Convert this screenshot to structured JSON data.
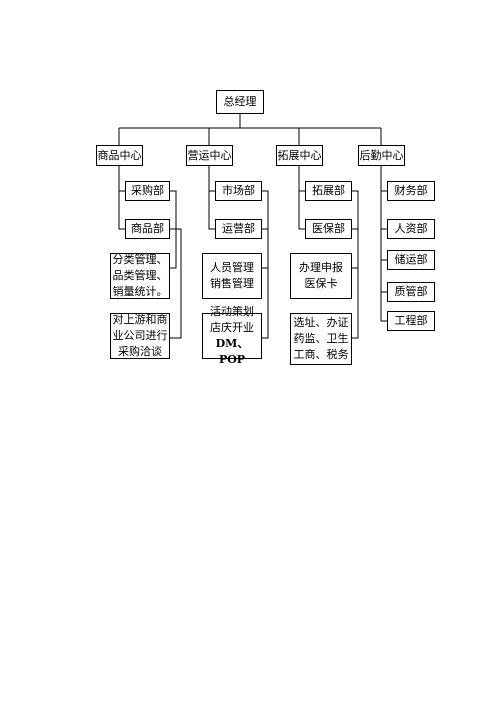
{
  "root": {
    "label": "总经理"
  },
  "centers": [
    {
      "label": "商品中心",
      "units": [
        "采购部",
        "商品部"
      ],
      "notes": [
        [
          "分类管理、",
          "品类管理、",
          "销量统计。"
        ],
        [
          "对上游和商",
          "业公司进行",
          "采购洽谈"
        ]
      ]
    },
    {
      "label": "营运中心",
      "units": [
        "市场部",
        "运营部"
      ],
      "notes": [
        [
          "人员管理",
          "销售管理"
        ],
        [
          "活动策划",
          "店庆开业",
          "DM、POP"
        ]
      ]
    },
    {
      "label": "拓展中心",
      "units": [
        "拓展部",
        "医保部"
      ],
      "notes": [
        [
          "办理申报",
          "医保卡"
        ],
        [
          "选址、办证",
          "药监、卫生",
          "工商、税务"
        ]
      ]
    },
    {
      "label": "后勤中心",
      "units": [
        "财务部",
        "人资部",
        "储运部",
        "质管部",
        "工程部"
      ]
    }
  ]
}
